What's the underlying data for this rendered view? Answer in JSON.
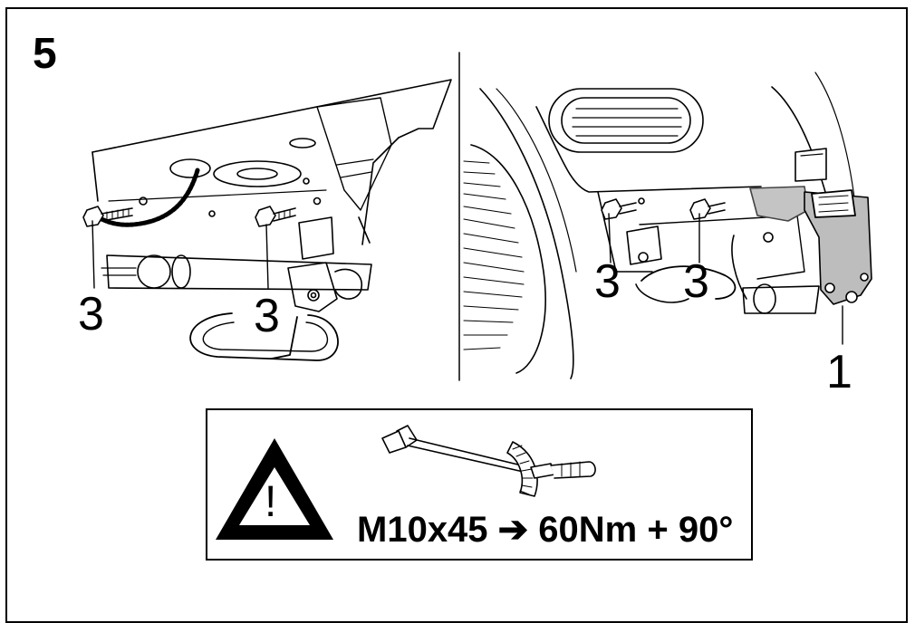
{
  "step_number": "5",
  "callouts": {
    "left_bolt_a": "3",
    "left_bolt_b": "3",
    "right_bolt_a": "3",
    "right_bolt_b": "3",
    "bracket": "1"
  },
  "instruction": {
    "warning_symbol": "!",
    "spec_text": "M10x45 ➔ 60Nm + 90°"
  },
  "icons": [
    "warning-triangle-icon",
    "torque-wrench-icon"
  ]
}
